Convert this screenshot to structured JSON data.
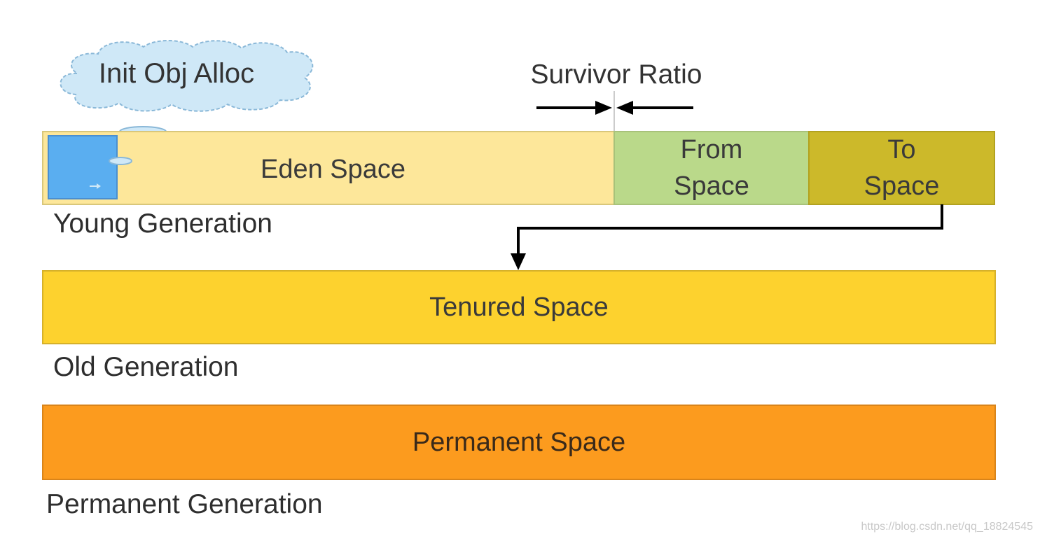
{
  "callout": {
    "text": "Init Obj Alloc"
  },
  "survivor_ratio": {
    "label": "Survivor Ratio"
  },
  "young": {
    "eden_label": "Eden Space",
    "from_label_line1": "From",
    "from_label_line2": "Space",
    "to_label_line1": "To",
    "to_label_line2": "Space",
    "generation_label": "Young Generation"
  },
  "old": {
    "tenured_label": "Tenured Space",
    "generation_label": "Old Generation"
  },
  "permanent": {
    "space_label": "Permanent Space",
    "generation_label": "Permanent Generation"
  },
  "watermark": "https://blog.csdn.net/qq_18824545",
  "colors": {
    "eden": "#fde79a",
    "from": "#bad98a",
    "to": "#ccb92a",
    "tenured": "#fdd22e",
    "permanent": "#fc9b1e",
    "object": "#5aaef0",
    "cloud": "#cfe8f7"
  }
}
